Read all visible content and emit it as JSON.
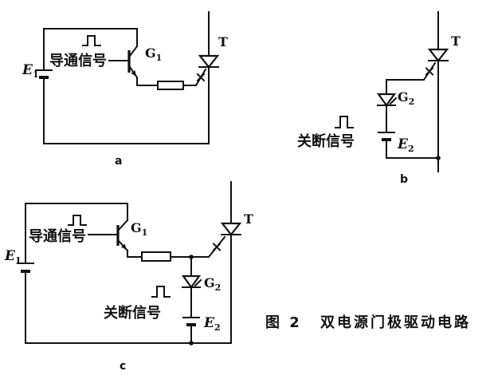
{
  "figure": {
    "number": "图 2",
    "title": "双电源门极驱动电路"
  },
  "circuit_a": {
    "label": "a",
    "source": {
      "symbol": "E",
      "sub": "1"
    },
    "turn_on_signal": "导通信号",
    "transistor": {
      "symbol": "G",
      "sub": "1"
    },
    "thyristor": "T"
  },
  "circuit_b": {
    "label": "b",
    "thyristor": "T",
    "switch": {
      "symbol": "G",
      "sub": "2"
    },
    "turn_off_signal": "关断信号",
    "source": {
      "symbol": "E",
      "sub": "2"
    }
  },
  "circuit_c": {
    "label": "c",
    "source_on": {
      "symbol": "E",
      "sub": "1"
    },
    "turn_on_signal": "导通信号",
    "transistor": {
      "symbol": "G",
      "sub": "1"
    },
    "thyristor": "T",
    "switch": {
      "symbol": "G",
      "sub": "2"
    },
    "turn_off_signal": "关断信号",
    "source_off": {
      "symbol": "E",
      "sub": "2"
    }
  }
}
